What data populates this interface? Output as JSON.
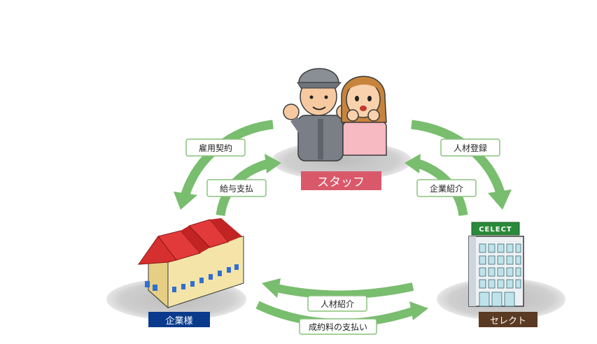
{
  "nodes": {
    "staff": {
      "label": "スタッフ",
      "badge_color": "#d9596b"
    },
    "company": {
      "label": "企業様",
      "badge_color": "#0a3a8c"
    },
    "select": {
      "label": "セレクト",
      "badge_color": "#5a3a22",
      "sign": "CELECT",
      "sign_color": "#2a8a3a"
    }
  },
  "flows": {
    "employment_contract": "雇用契約",
    "salary_payment": "給与支払",
    "talent_registration": "人材登録",
    "company_introduction": "企業紹介",
    "talent_introduction": "人材紹介",
    "success_fee_payment": "成約料の支払い"
  },
  "colors": {
    "arrow": "#79bd6e",
    "shadow": "#c4c4c4",
    "label_border": "#88c27b"
  }
}
